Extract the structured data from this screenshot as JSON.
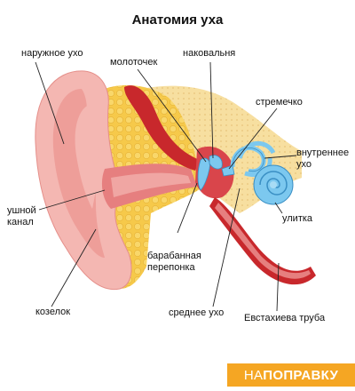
{
  "title": "Анатомия уха",
  "labels": {
    "outer_ear": "наружное ухо",
    "malleus": "молоточек",
    "incus": "наковальня",
    "stapes": "стремечко",
    "inner_ear_1": "внутреннее",
    "inner_ear_2": "ухо",
    "ear_canal_1": "ушной",
    "ear_canal_2": "канал",
    "cochlea": "улитка",
    "eardrum_1": "барабанная",
    "eardrum_2": "перепонка",
    "tragus": "козелок",
    "middle_ear": "среднее ухо",
    "eustachian_tube": "Евстахиева труба"
  },
  "logo": {
    "prefix": "НА",
    "main": "ПОПРАВКУ"
  },
  "colors": {
    "skin": "#f4b7b2",
    "skin_dark": "#e58f8a",
    "fat": "#f6c94a",
    "bone": "#f7dfa0",
    "muscle": "#c8282c",
    "canal": "#e67f7f",
    "cochlea": "#7cc8ef",
    "brand": "#f5a623"
  }
}
